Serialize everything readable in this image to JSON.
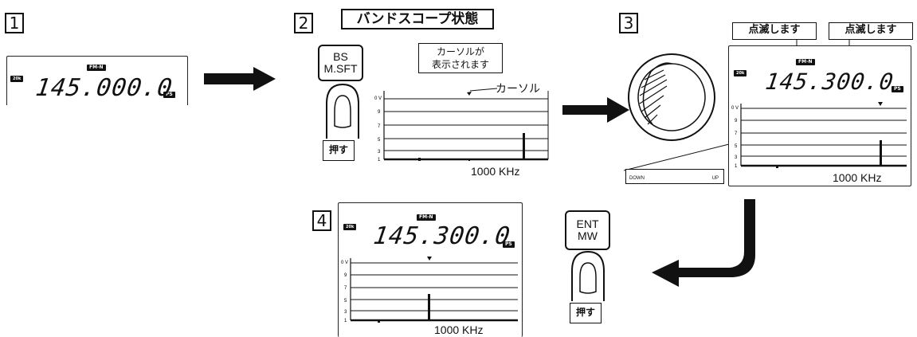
{
  "steps": {
    "s1": "1",
    "s2": "2",
    "s3": "3",
    "s4": "4"
  },
  "title": "バンドスコープ状態",
  "mode_badge": "FM-N",
  "step_badge": "20k",
  "ps_badge": "PS",
  "display1": {
    "freq": "145.000.0"
  },
  "display3": {
    "freq": "145.300.0"
  },
  "display4": {
    "freq": "145.300.0"
  },
  "scope_axis": {
    "top": "0 V",
    "t9": "9",
    "t7": "7",
    "t5": "5",
    "t3": "3",
    "t1": "1"
  },
  "span_label": "1000 KHz",
  "button_bs": {
    "line1": "BS",
    "line2": "M.SFT"
  },
  "button_ent": {
    "line1": "ENT",
    "line2": "MW"
  },
  "push_label": "押す",
  "cursor_callout": {
    "line1": "カーソルが",
    "line2": "表示されます"
  },
  "cursor_label": "カーソル",
  "blink_label": "点滅します",
  "dial": {
    "down": "DOWN",
    "up": "UP"
  }
}
